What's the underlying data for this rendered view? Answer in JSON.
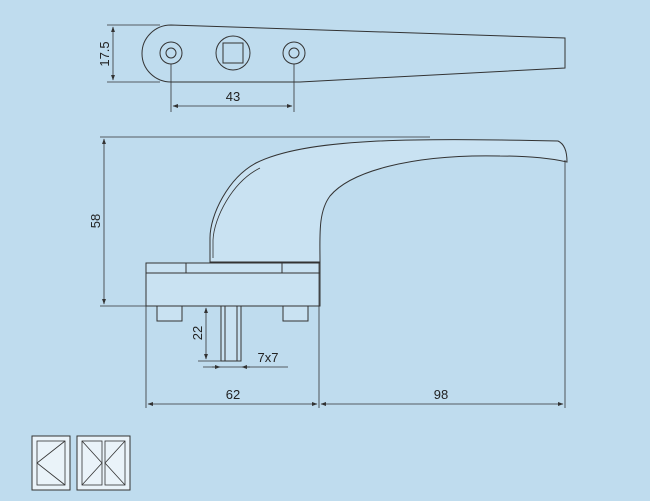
{
  "dimensions": {
    "hole_diameter": "17.5",
    "hole_spacing": "43",
    "height": "58",
    "spindle_length": "22",
    "spindle_size": "7x7",
    "base_width": "62",
    "lever_length": "98"
  },
  "window_icons": [
    "tilt-window-icon",
    "double-casement-window-icon"
  ],
  "colors": {
    "background": "#bfdcee",
    "line": "#333333"
  }
}
